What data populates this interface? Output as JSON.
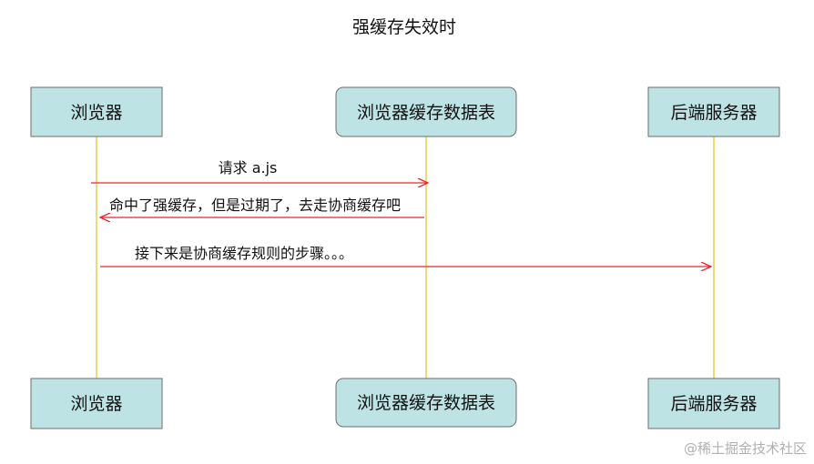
{
  "diagram": {
    "title": "强缓存失效时",
    "participants": [
      {
        "id": "browser",
        "label": "浏览器"
      },
      {
        "id": "cache-table",
        "label": "浏览器缓存数据表"
      },
      {
        "id": "server",
        "label": "后端服务器"
      }
    ],
    "messages": [
      {
        "from": "browser",
        "to": "cache-table",
        "label": "请求 a.js"
      },
      {
        "from": "cache-table",
        "to": "browser",
        "label": "命中了强缓存，但是过期了，去走协商缓存吧"
      },
      {
        "from": "browser",
        "to": "server",
        "label": "接下来是协商缓存规则的步骤。。。"
      }
    ],
    "colors": {
      "box_fill": "#bde3e4",
      "box_border": "#6e6e6e",
      "lifeline": "#e6c21a",
      "arrow": "#e8262a"
    }
  },
  "watermark": "@稀土掘金技术社区"
}
